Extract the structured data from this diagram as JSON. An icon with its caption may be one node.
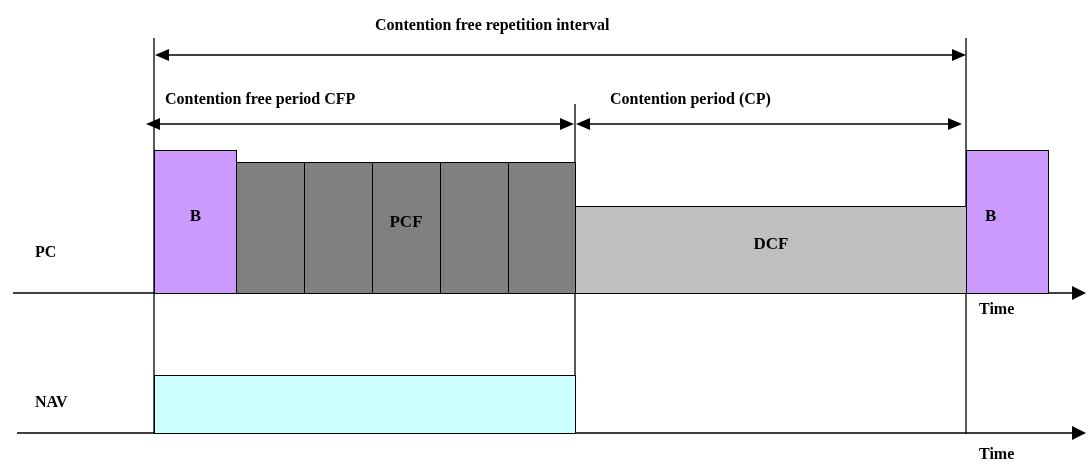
{
  "diagram": {
    "nodes": [
      {
        "text": [
          "B"
        ]
      },
      {
        "text": [
          "PCF"
        ]
      },
      {
        "text": [
          "DCF"
        ]
      },
      {
        "text": [
          "B"
        ]
      },
      {
        "text": [],
        "shape": "bar"
      }
    ],
    "labels": [
      "Contention free repetition interval",
      "Contention free period CFP",
      "Contention period (CP)",
      "PC",
      "Time",
      "NAV",
      "Time"
    ]
  }
}
